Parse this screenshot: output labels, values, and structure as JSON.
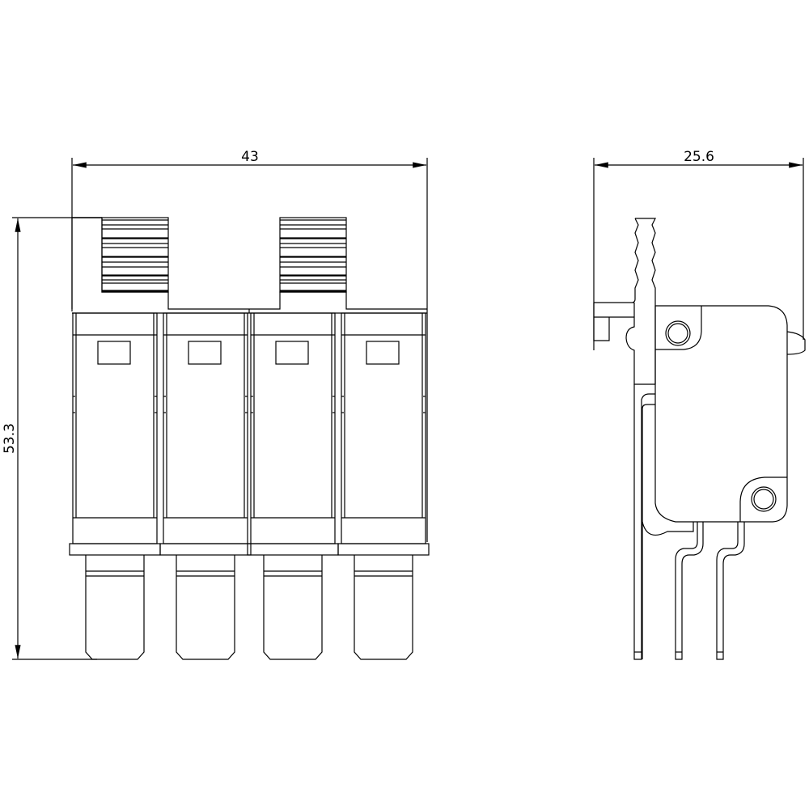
{
  "front_view": {
    "width_dimension": "43",
    "height_dimension": "53.3",
    "module_count": 4
  },
  "side_view": {
    "width_dimension": "25.6"
  },
  "colors": {
    "line": "#000000",
    "background": "#ffffff"
  }
}
